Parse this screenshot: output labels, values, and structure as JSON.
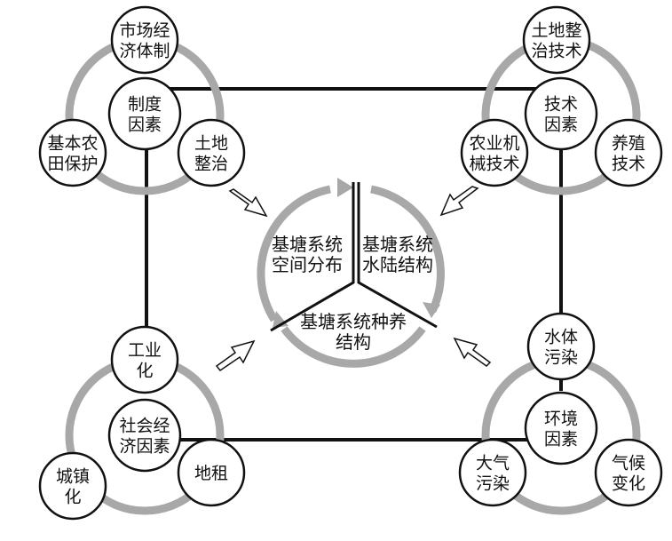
{
  "diagram": {
    "center": {
      "sector_left": [
        "基塘系统",
        "空间分布"
      ],
      "sector_right": [
        "基塘系统",
        "水陆结构"
      ],
      "sector_bottom": [
        "基塘系统种养",
        "结构"
      ]
    },
    "groups": {
      "institution": {
        "hub": [
          "制度",
          "因素"
        ],
        "top": [
          "市场经",
          "济体制"
        ],
        "left": [
          "基本农",
          "田保护"
        ],
        "right": [
          "土地",
          "整治"
        ]
      },
      "technology": {
        "hub": [
          "技术",
          "因素"
        ],
        "top": [
          "土地整",
          "治技术"
        ],
        "left": [
          "农业机",
          "械技术"
        ],
        "right": [
          "养殖",
          "技术"
        ]
      },
      "socioeconomic": {
        "hub": [
          "社会经",
          "济因素"
        ],
        "top": [
          "工业",
          "化"
        ],
        "left": [
          "城镇",
          "化"
        ],
        "right": [
          "地租"
        ]
      },
      "environment": {
        "hub": [
          "环境",
          "因素"
        ],
        "top": [
          "水体",
          "污染"
        ],
        "left": [
          "大气",
          "污染"
        ],
        "right": [
          "气候",
          "变化"
        ]
      }
    },
    "colors": {
      "ring": "#a8a8a8",
      "line": "#111111",
      "node_fill": "#ffffff",
      "arrow_fill": "#ffffff"
    }
  }
}
